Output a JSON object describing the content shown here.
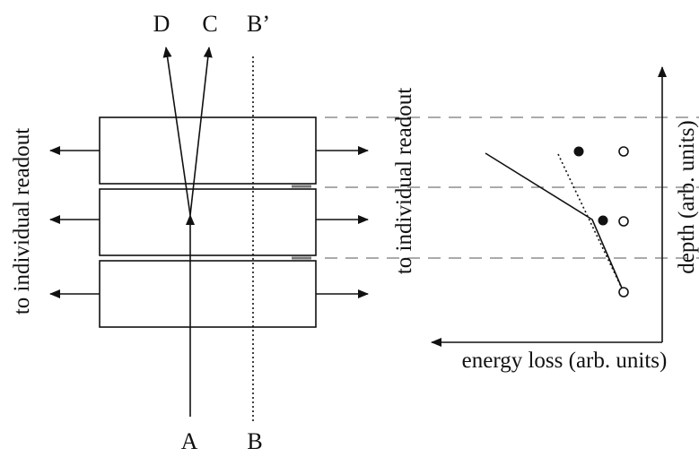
{
  "labels": {
    "top_d": "D",
    "top_c": "C",
    "top_b_prime": "B’",
    "bottom_a": "A",
    "bottom_b": "B",
    "left_readout": "to individual readout",
    "right_readout": "to individual readout",
    "y_axis": "depth (arb. units)",
    "x_axis": "energy loss (arb. units)"
  },
  "colors": {
    "ink": "#111111",
    "dash": "#555555",
    "background": "#ffffff"
  }
}
